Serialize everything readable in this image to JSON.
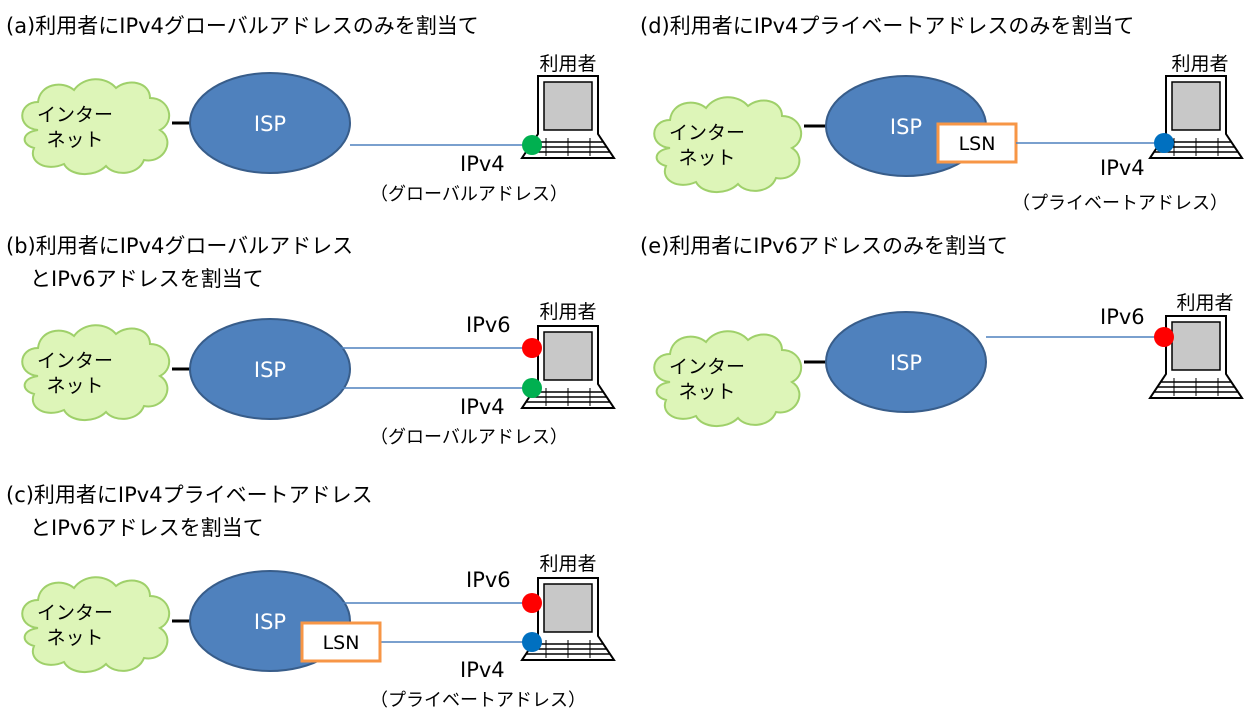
{
  "colors": {
    "cloud_fill": "#ddf5b8",
    "cloud_stroke": "#9fd06a",
    "isp_fill": "#4f81bd",
    "isp_stroke": "#385d8a",
    "lsn_border": "#f79646",
    "link_line": "#4f81bd",
    "dot_ipv4_global": "#00b050",
    "dot_ipv4_private": "#0070c0",
    "dot_ipv6": "#ff0000"
  },
  "labels": {
    "internet_line1": "インター",
    "internet_line2": "ネット",
    "isp": "ISP",
    "lsn": "LSN",
    "user": "利用者",
    "ipv4": "IPv4",
    "ipv6": "IPv6",
    "note_global": "（グローバルアドレス）",
    "note_private": "（プライベートアドレス）"
  },
  "sections": {
    "a": {
      "title": [
        "(a)利用者にIPv4グローバルアドレスのみを割当て"
      ]
    },
    "b": {
      "title": [
        "(b)利用者にIPv4グローバルアドレス",
        "とIPv6アドレスを割当て"
      ]
    },
    "c": {
      "title": [
        "(c)利用者にIPv4プライベートアドレス",
        "とIPv6アドレスを割当て"
      ]
    },
    "d": {
      "title": [
        "(d)利用者にIPv4プライベートアドレスのみを割当て"
      ]
    },
    "e": {
      "title": [
        "(e)利用者にIPv6アドレスのみを割当て"
      ]
    }
  }
}
